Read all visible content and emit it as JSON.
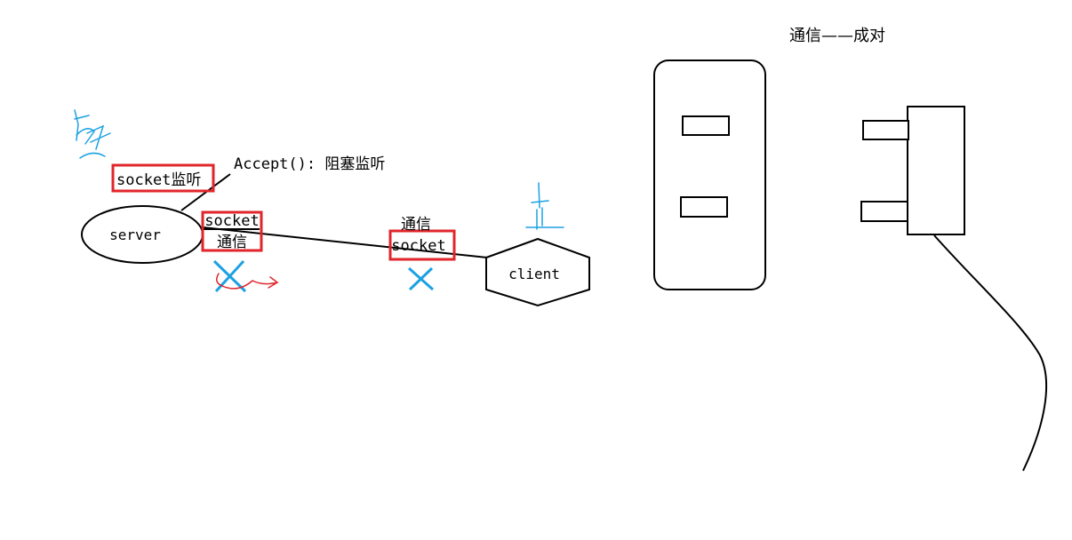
{
  "title": "通信——成对",
  "nodes": {
    "server": "server",
    "client": "client"
  },
  "labels": {
    "server_socket_listen": "socket监听",
    "accept_note": "Accept(): 阻塞监听",
    "server_comm_socket_line1": "socket",
    "server_comm_socket_line2": "通信",
    "client_comm_label": "通信",
    "client_socket": "socket"
  },
  "colors": {
    "stroke": "#000000",
    "highlight_box": "#e0262a",
    "annotation_blue": "#1ba1e2",
    "annotation_red": "#e0262a"
  }
}
